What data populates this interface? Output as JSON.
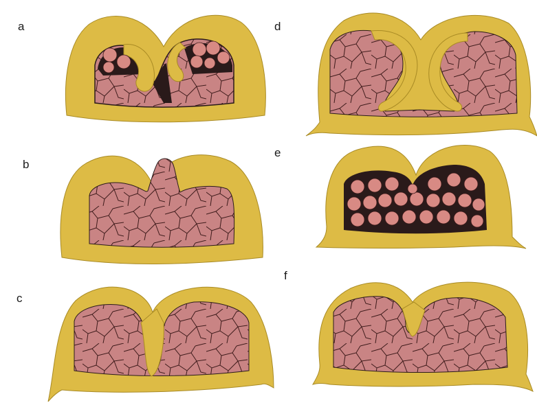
{
  "figure": {
    "panels": [
      {
        "label": "a",
        "description_id": "anterior-two-sacs-collapsed-top"
      },
      {
        "label": "b",
        "description_id": "cells-herniating-through-gap"
      },
      {
        "label": "c",
        "description_id": "sacs-touching-center-fold"
      },
      {
        "label": "d",
        "description_id": "curled-inner-flaps"
      },
      {
        "label": "e",
        "description_id": "circular-cells-black-matrix"
      },
      {
        "label": "f",
        "description_id": "closed-v-fold"
      }
    ]
  },
  "colors": {
    "wall": "#ddbb45",
    "wall_stroke": "#a88a24",
    "cells": "#c98484",
    "cell_lines": "#3d1a1a",
    "matrix": "#2a1a1a",
    "background": "#ffffff"
  }
}
